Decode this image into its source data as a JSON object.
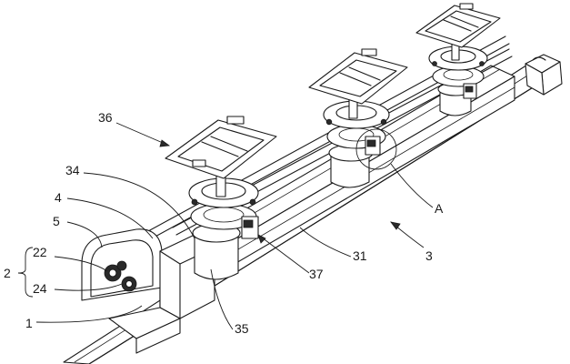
{
  "diagram": {
    "labels": {
      "l36": "36",
      "l34": "34",
      "l4": "4",
      "l5": "5",
      "l22": "22",
      "l2": "2",
      "l24": "24",
      "l1": "1",
      "l35": "35",
      "l37": "37",
      "l31": "31",
      "l3": "3",
      "lA": "A"
    }
  }
}
